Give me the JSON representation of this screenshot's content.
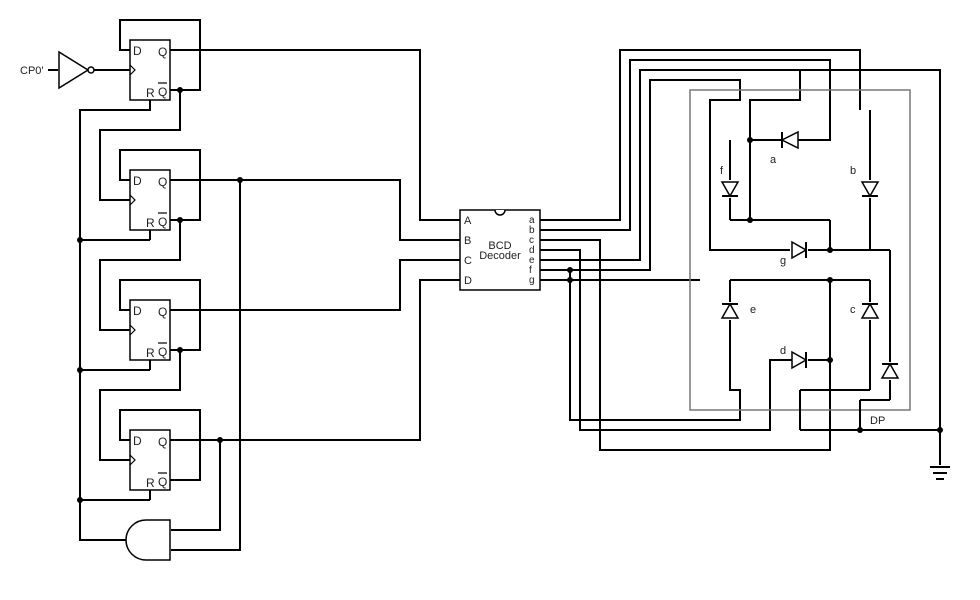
{
  "input_label": "CP0'",
  "flip_flops": [
    {
      "d": "D",
      "q": "Q",
      "r": "R",
      "qbar": "Q"
    },
    {
      "d": "D",
      "q": "Q",
      "r": "R",
      "qbar": "Q"
    },
    {
      "d": "D",
      "q": "Q",
      "r": "R",
      "qbar": "Q"
    },
    {
      "d": "D",
      "q": "Q",
      "r": "R",
      "qbar": "Q"
    }
  ],
  "decoder": {
    "title_line1": "BCD",
    "title_line2": "Decoder",
    "inputs": [
      "A",
      "B",
      "C",
      "D"
    ],
    "outputs": [
      "a",
      "b",
      "c",
      "d",
      "e",
      "f",
      "g"
    ]
  },
  "display": {
    "segments": [
      "a",
      "b",
      "c",
      "d",
      "e",
      "f",
      "g"
    ],
    "dp_label": "DP"
  },
  "colors": {
    "wire": "#000000",
    "display_outline": "#777777",
    "text": "#222222"
  }
}
